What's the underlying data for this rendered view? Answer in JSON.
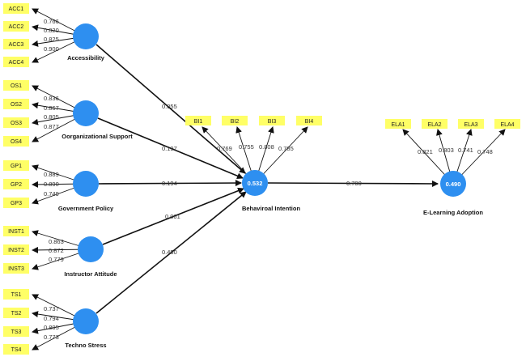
{
  "constructs": {
    "accessibility": {
      "label": "Accessibility",
      "indicators": [
        "ACC1",
        "ACC2",
        "ACC3",
        "ACC4"
      ],
      "loadings": [
        "0.766",
        "0.820",
        "0.825",
        "0.900"
      ]
    },
    "org_support": {
      "label": "Oorganizational Support",
      "indicators": [
        "OS1",
        "OS2",
        "OS3",
        "OS4"
      ],
      "loadings": [
        "0.836",
        "0.867",
        "0.805",
        "0.877"
      ]
    },
    "gov_policy": {
      "label": "Government Policy",
      "indicators": [
        "GP1",
        "GP2",
        "GP3"
      ],
      "loadings": [
        "0.889",
        "0.890",
        "0.749"
      ]
    },
    "instructor": {
      "label": "Instructor Attitude",
      "indicators": [
        "INST1",
        "INST2",
        "INST3"
      ],
      "loadings": [
        "0.863",
        "0.872",
        "0.779"
      ]
    },
    "techno": {
      "label": "Techno Stress",
      "indicators": [
        "TS1",
        "TS2",
        "TS3",
        "TS4"
      ],
      "loadings": [
        "0.737",
        "0.794",
        "0.805",
        "0.773"
      ]
    },
    "bi": {
      "label": "Behaviroal Intention",
      "r2": "0.532",
      "indicators": [
        "BI1",
        "BI2",
        "BI3",
        "BI4"
      ],
      "loadings": [
        "0.769",
        "0.755",
        "0.808",
        "0.785"
      ]
    },
    "ela": {
      "label": "E-Learning Adoption",
      "r2": "0.490",
      "indicators": [
        "ELA1",
        "ELA2",
        "ELA3",
        "ELA4"
      ],
      "loadings": [
        "0.821",
        "0.803",
        "0.741",
        "0.748"
      ]
    }
  },
  "paths": {
    "acc_bi": "0.055",
    "os_bi": "0.197",
    "gp_bi": "0.194",
    "inst_bi": "0.061",
    "ts_bi": "0.450",
    "bi_ela": "0.700"
  },
  "colors": {
    "node": "#2e8ff0",
    "indicator": "#ffff66"
  }
}
